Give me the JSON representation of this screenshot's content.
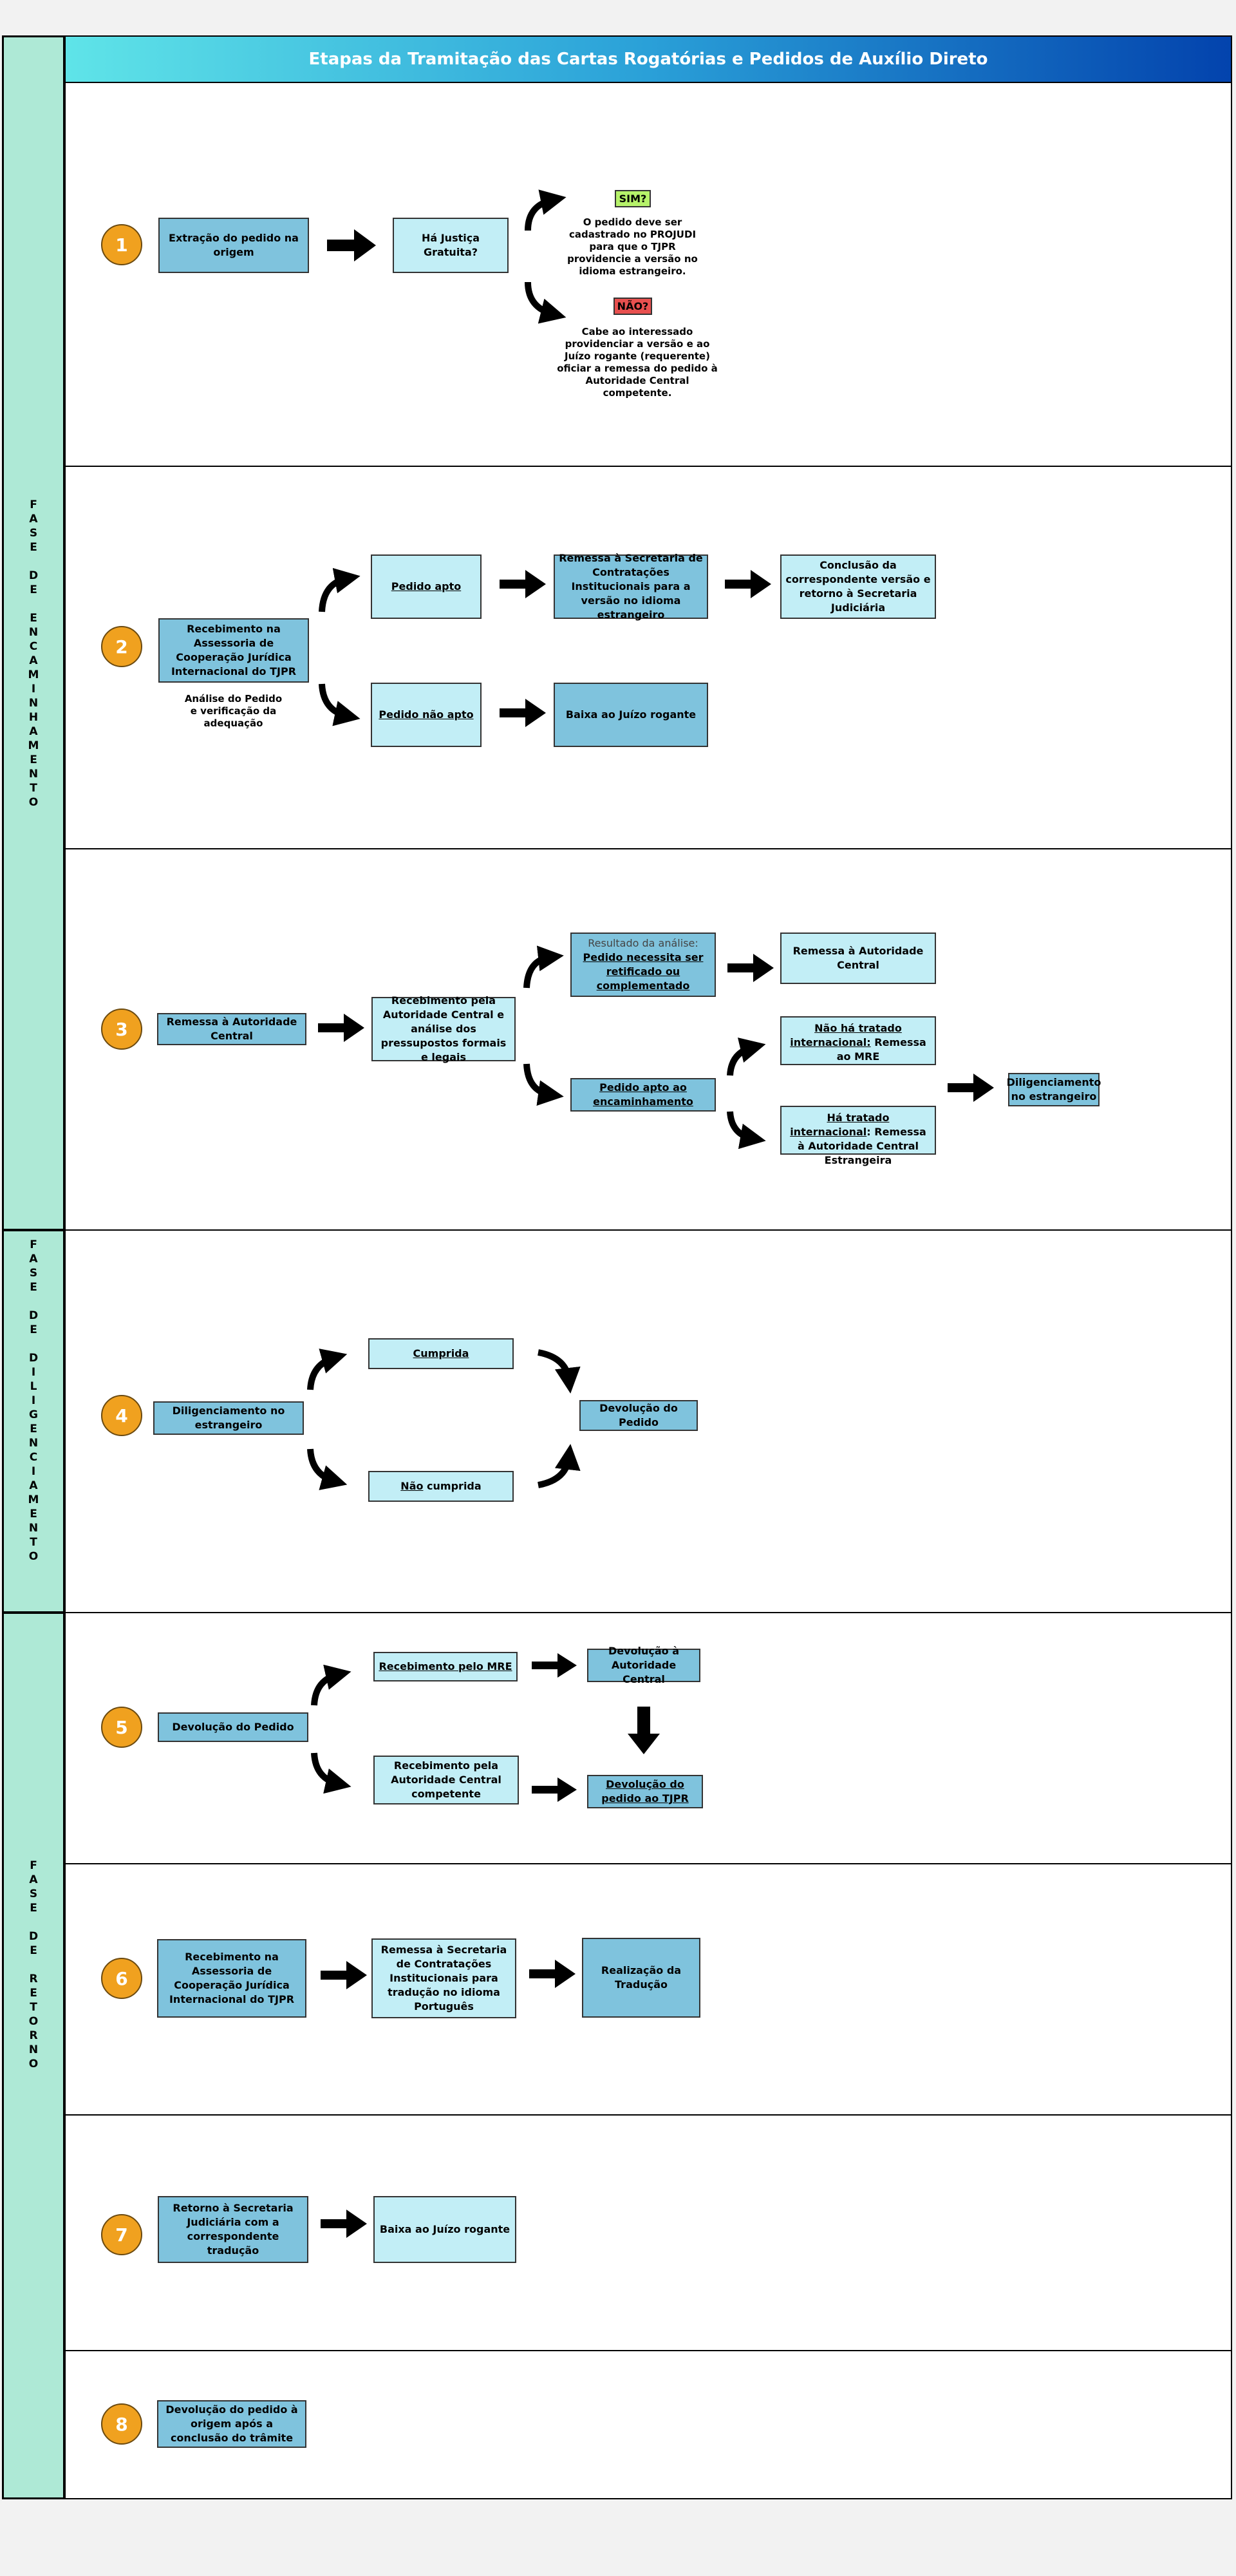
{
  "header": {
    "title": "Etapas da Tramitação das Cartas Rogatórias e Pedidos de Auxílio Direto"
  },
  "phases": {
    "encaminhamento": [
      "F",
      "A",
      "S",
      "E",
      "",
      "D",
      "E",
      "",
      "E",
      "N",
      "C",
      "A",
      "M",
      "I",
      "N",
      "H",
      "A",
      "M",
      "E",
      "N",
      "T",
      "O"
    ],
    "diligenciamento": [
      "F",
      "A",
      "S",
      "E",
      "",
      "D",
      "E",
      "",
      "D",
      "I",
      "L",
      "I",
      "G",
      "E",
      "N",
      "C",
      "I",
      "A",
      "M",
      "E",
      "N",
      "T",
      "O"
    ],
    "retorno": [
      "F",
      "A",
      "S",
      "E",
      "",
      "D",
      "E",
      "",
      "R",
      "E",
      "T",
      "O",
      "R",
      "N",
      "O"
    ]
  },
  "step1": {
    "num": "1",
    "origem": "Extração do pedido na origem",
    "pergunta": "Há Justiça Gratuita?",
    "sim_tag": "SIM?",
    "sim_text": "O pedido deve ser cadastrado no PROJUDI para que o TJPR providencie a versão no idioma estrangeiro.",
    "nao_tag": "NÃO?",
    "nao_text": "Cabe ao interessado providenciar a versão e ao Juízo rogante (requerente) oficiar a remessa do pedido à Autoridade Central competente.",
    "colors": {
      "sim": "#b6f26a",
      "nao": "#e8504f"
    }
  },
  "step2": {
    "num": "2",
    "recebimento": "Recebimento na Assessoria de Cooperação Jurídica Internacional do TJPR",
    "analise": "Análise do Pedido e verificação da adequação",
    "apto": "Pedido apto",
    "nao_apto": "Pedido não apto",
    "remessa": "Remessa à Secretaria de Contratações Institucionais para a versão no idioma estrangeiro",
    "conclusao": "Conclusão da correspondente versão e retorno à Secretaria Judiciária",
    "baixa": "Baixa ao Juízo rogante"
  },
  "step3": {
    "num": "3",
    "remessa_ac": "Remessa à Autoridade Central",
    "recebimento_ac": "Recebimento pela Autoridade Central e análise dos pressupostos formais e legais",
    "resultado_label": "Resultado da análise:",
    "resultado": "Pedido necessita ser retificado ou complementado",
    "remessa_ac2": "Remessa à Autoridade Central",
    "apto": "Pedido apto ao encaminhamento",
    "nao_ha_u": "Não há tratado internacional:",
    "nao_ha": " Remessa ao MRE",
    "ha_u": "Há tratado internacional",
    "ha": ": Remessa à Autoridade Central Estrangeira",
    "dilig": "Diligenciamento no estrangeiro"
  },
  "step4": {
    "num": "4",
    "dilig": "Diligenciamento no estrangeiro",
    "cumprida": "Cumprida",
    "nao_u": "Não",
    "nao": " cumprida",
    "devolucao": "Devolução do Pedido"
  },
  "step5": {
    "num": "5",
    "devolucao": "Devolução do Pedido",
    "mre": "Recebimento pelo MRE",
    "dev_ac": "Devolução à Autoridade Central",
    "rec_ac": "Recebimento pela Autoridade Central competente",
    "dev_tjpr": "Devolução do pedido ao TJPR"
  },
  "step6": {
    "num": "6",
    "recebimento": "Recebimento na Assessoria de Cooperação Jurídica Internacional do TJPR",
    "remessa": "Remessa à Secretaria de Contratações Institucionais para tradução no idioma Português",
    "realizacao": "Realização da Tradução"
  },
  "step7": {
    "num": "7",
    "retorno": "Retorno à Secretaria Judiciária com a correspondente tradução",
    "baixa": "Baixa ao Juízo rogante"
  },
  "step8": {
    "num": "8",
    "devolucao": "Devolução do pedido à origem após a conclusão do trâmite"
  }
}
